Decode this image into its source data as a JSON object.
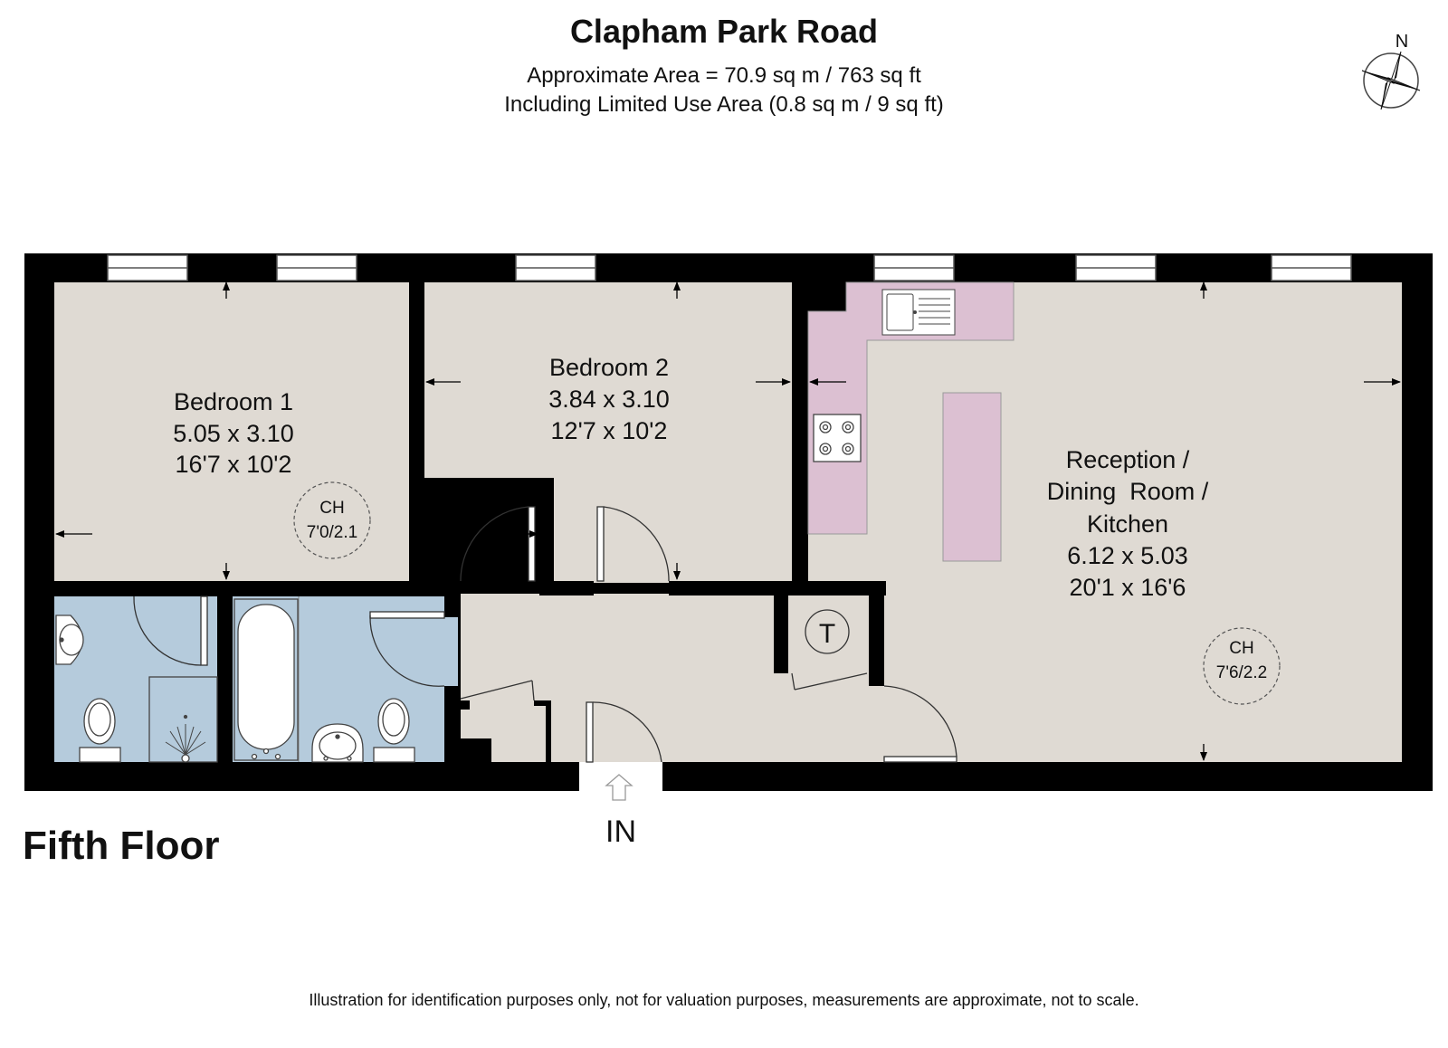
{
  "header": {
    "title": "Clapham Park Road",
    "area": "Approximate Area = 70.9 sq m / 763 sq ft",
    "limited": "Including Limited Use Area (0.8 sq m / 9 sq ft)"
  },
  "compass": {
    "label": "N"
  },
  "rooms": {
    "bedroom1": {
      "name": "Bedroom 1",
      "metric": "5.05 x 3.10",
      "imperial": "16'7 x 10'2"
    },
    "bedroom2": {
      "name": "Bedroom 2",
      "metric": "3.84 x 3.10",
      "imperial": "12'7 x 10'2"
    },
    "reception": {
      "line1": "Reception /",
      "line2": "Dining  Room /",
      "line3": "Kitchen",
      "metric": "6.12 x 5.03",
      "imperial": "20'1 x 16'6"
    }
  },
  "ceiling": {
    "bed1_label": "CH",
    "bed1_value": "7'0/2.1",
    "rec_label": "CH",
    "rec_value": "7'6/2.2"
  },
  "markers": {
    "tank": "T",
    "entrance": "IN"
  },
  "floor_label": "Fifth Floor",
  "disclaimer": "Illustration for identification purposes only, not for valuation purposes, measurements are approximate, not to scale.",
  "colors": {
    "wall": "#000000",
    "room_floor": "#dfdad3",
    "bathroom": "#b5cbdc",
    "kitchen_units": "#dcc0d2"
  }
}
